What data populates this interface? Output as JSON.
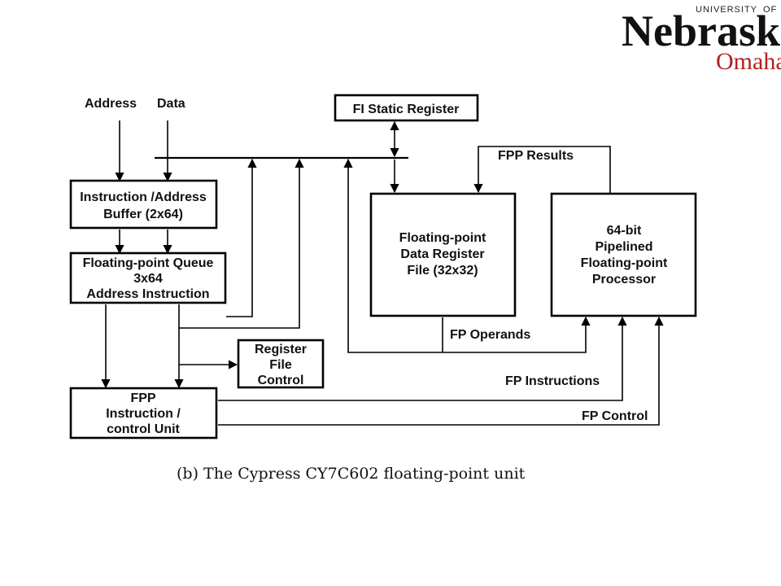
{
  "logo": {
    "university": "UNIVERSITY",
    "of": "OF",
    "name": "Nebraska",
    "campus": "Omaha"
  },
  "diagram": {
    "inputs": {
      "address": "Address",
      "data": "Data"
    },
    "fi_static_register": "FI Static Register",
    "fpp_results": "FPP Results",
    "instruction_buffer": {
      "line1": "Instruction /Address",
      "line2": "Buffer (2x64)"
    },
    "fp_queue": {
      "line1": "Floating-point Queue",
      "line2": "3x64",
      "line3": "Address Instruction"
    },
    "data_register": {
      "line1": "Floating-point",
      "line2": "Data Register",
      "line3": "File (32x32)"
    },
    "processor": {
      "line1": "64-bit",
      "line2": "Pipelined",
      "line3": "Floating-point",
      "line4": "Processor"
    },
    "register_file_control": {
      "line1": "Register",
      "line2": "File",
      "line3": "Control"
    },
    "fpp_unit": {
      "line1": "FPP",
      "line2": "Instruction /",
      "line3": "control Unit"
    },
    "fp_operands": "FP Operands",
    "fp_instructions": "FP Instructions",
    "fp_control": "FP Control"
  },
  "caption": "(b) The Cypress CY7C602 floating-point unit"
}
